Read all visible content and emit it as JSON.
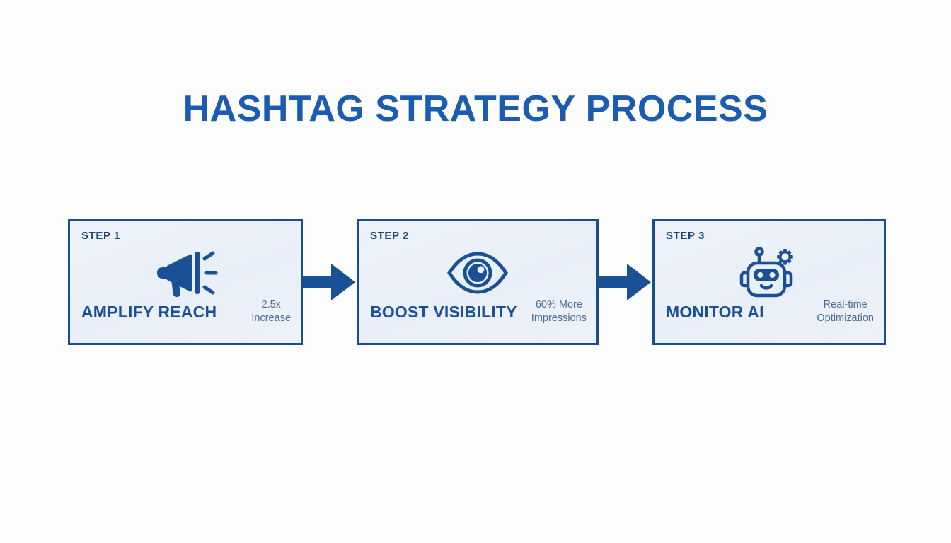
{
  "page": {
    "title": "HASHTAG STRATEGY PROCESS",
    "title_color": "#1b5bb0",
    "background_color": "#fdfdfe",
    "accent_color": "#1a4e8a",
    "card_background": "#eef2f9"
  },
  "steps": [
    {
      "step_label": "STEP 1",
      "icon": "megaphone-icon",
      "title": "AMPLIFY REACH",
      "stat_value": "2.5x",
      "stat_unit": "Increase"
    },
    {
      "step_label": "STEP 2",
      "icon": "eye-icon",
      "title": "BOOST VISIBILITY",
      "stat_value": "60% More",
      "stat_unit": "Impressions"
    },
    {
      "step_label": "STEP 3",
      "icon": "robot-icon",
      "title": "MONITOR AI",
      "stat_value": "Real-time",
      "stat_unit": "Optimization"
    }
  ],
  "connectors": [
    {
      "icon": "arrow-right-icon"
    },
    {
      "icon": "arrow-right-icon"
    }
  ]
}
